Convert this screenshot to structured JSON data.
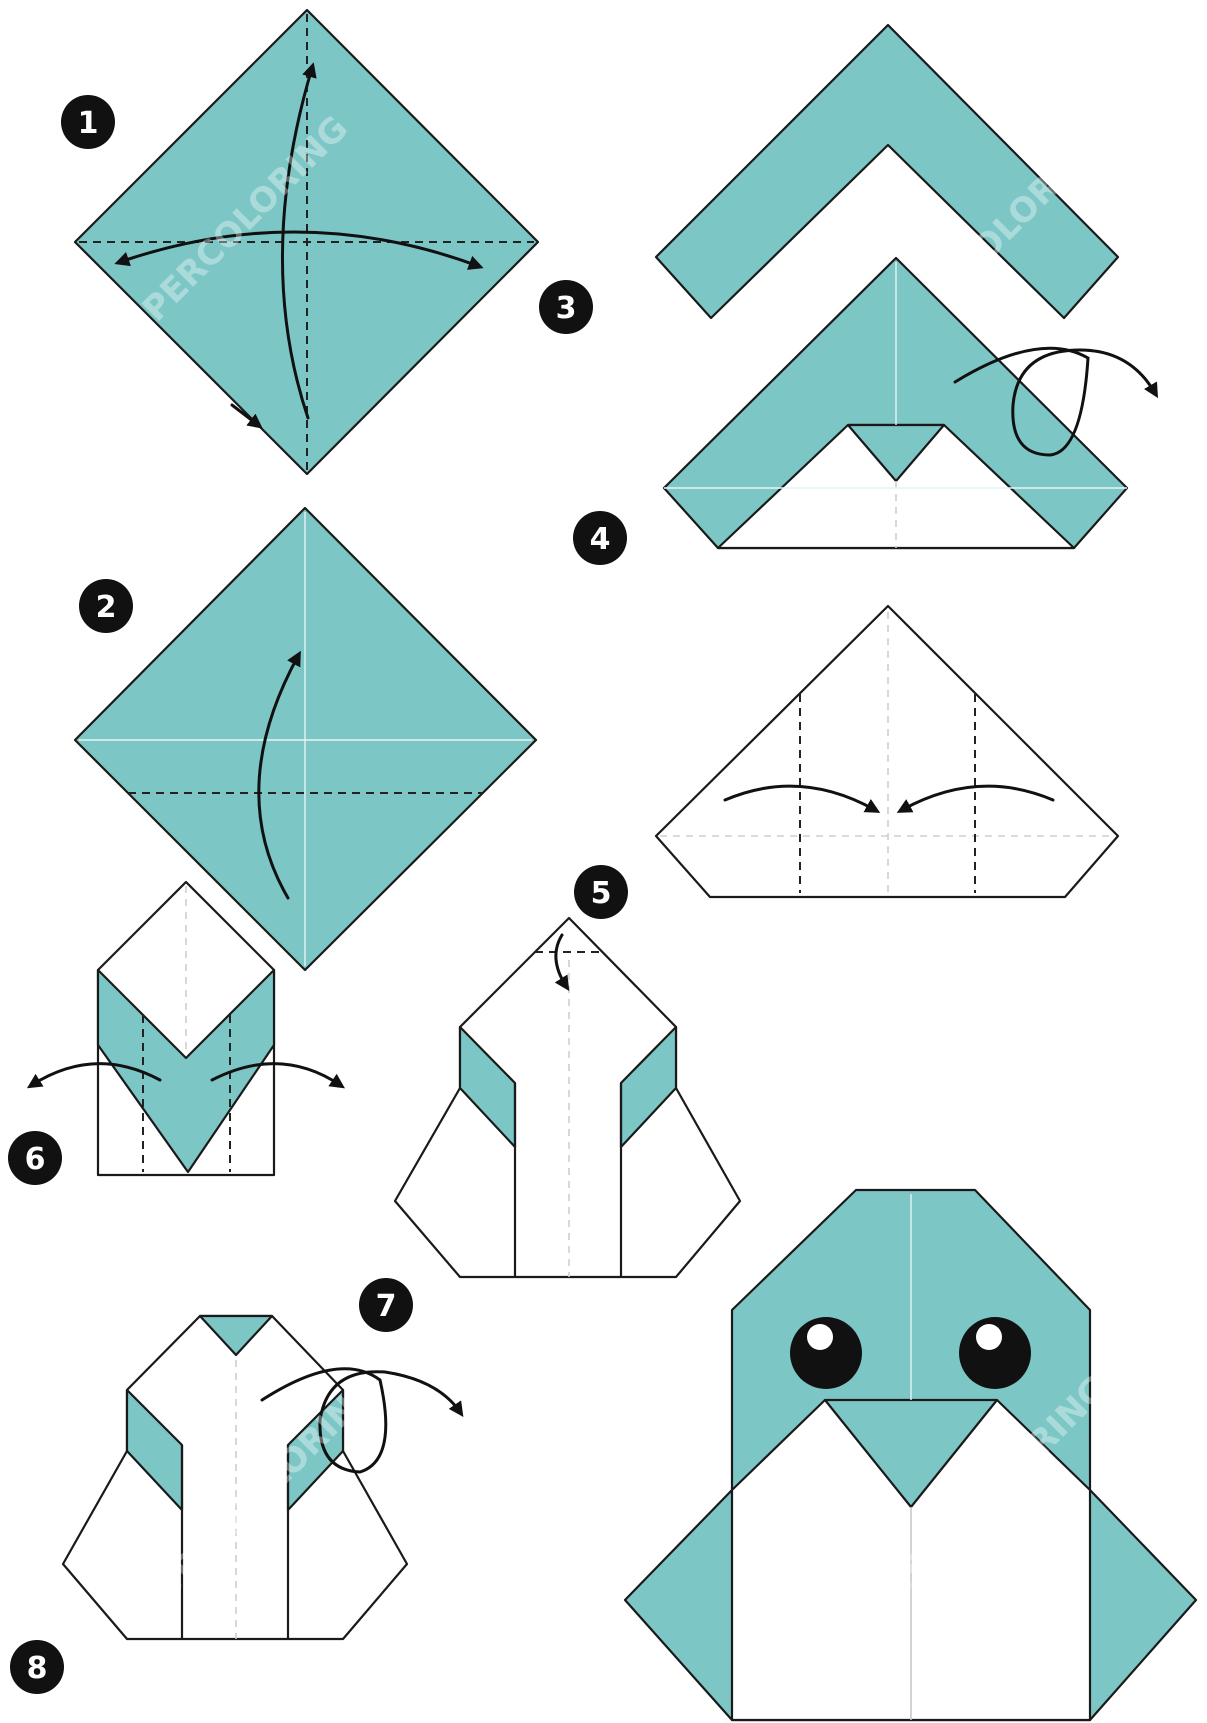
{
  "steps": [
    {
      "number": "1"
    },
    {
      "number": "2"
    },
    {
      "number": "3"
    },
    {
      "number": "4"
    },
    {
      "number": "5"
    },
    {
      "number": "6"
    },
    {
      "number": "7"
    },
    {
      "number": "8"
    }
  ],
  "watermark": "SUPERCOLORING",
  "colors": {
    "paper": "#7cc7c6",
    "paper_back": "#ffffff",
    "outline": "#1a1a1a",
    "badge": "#111111"
  },
  "icons": [
    "fold-arrow-icon",
    "turn-over-icon",
    "eye-icon"
  ]
}
